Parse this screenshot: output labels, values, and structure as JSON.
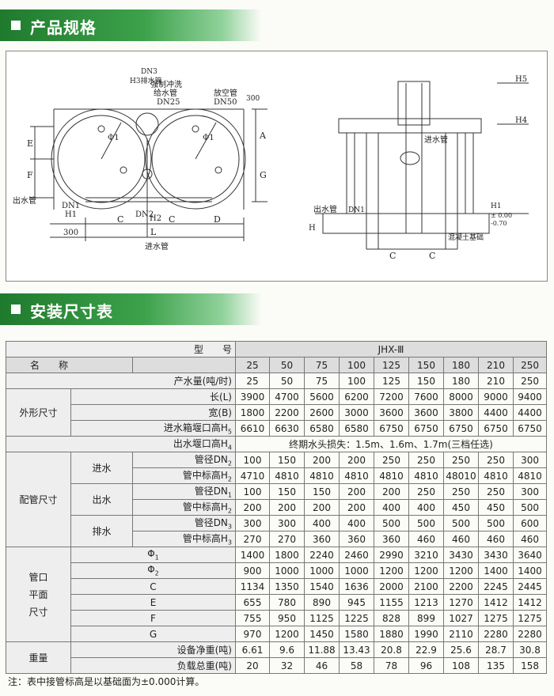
{
  "section1": {
    "title": "产品规格"
  },
  "section2": {
    "title": "安装尺寸表"
  },
  "diagram": {
    "labels": {
      "dn3": "DN3",
      "h3": "H3排水管",
      "force_flush": "强制冲洗",
      "supply": "给水管",
      "dn25": "DN25",
      "vent": "放空管",
      "dn50": "DN50",
      "d300_top": "300",
      "e": "E",
      "f": "F",
      "a": "A",
      "g": "G",
      "phi1": "Φ1",
      "phi1b": "Φ1",
      "outlet": "出水管",
      "dn1": "DN1",
      "h1": "H1",
      "dn2": "DN2",
      "h2": "H2",
      "c": "C",
      "c2": "C",
      "d": "D",
      "d300_bot": "300",
      "l": "L",
      "inlet": "进水管",
      "h5": "H5",
      "h4": "H4",
      "inlet_r": "进水管",
      "outlet_r": "出水管",
      "dn1_r": "DN1",
      "h1_r": "H1",
      "zero": "± 0.00",
      "neg": "-0.70",
      "foundation": "混凝土基础",
      "h_side": "H",
      "c_r1": "C",
      "c_r2": "C"
    }
  },
  "table": {
    "header": {
      "model": "型　　号",
      "name": "名　　称",
      "series": "JHX-Ⅲ"
    },
    "models": [
      "25",
      "50",
      "75",
      "100",
      "125",
      "150",
      "180",
      "210",
      "250"
    ],
    "capacity": {
      "label": "产水量(吨/时)",
      "values": [
        "25",
        "50",
        "75",
        "100",
        "125",
        "150",
        "180",
        "210",
        "250"
      ]
    },
    "outer": {
      "cat": "外形尺寸",
      "rows": [
        {
          "label": "长(L)",
          "sub": "",
          "values": [
            "3900",
            "4700",
            "5600",
            "6200",
            "7200",
            "7600",
            "8000",
            "9000",
            "9400"
          ]
        },
        {
          "label": "宽(B)",
          "sub": "",
          "values": [
            "1800",
            "2200",
            "2600",
            "3000",
            "3600",
            "3600",
            "3800",
            "4400",
            "4400"
          ]
        },
        {
          "label": "进水箱堰口高H",
          "sub": "5",
          "values": [
            "6610",
            "6630",
            "6580",
            "6580",
            "6750",
            "6750",
            "6750",
            "6750",
            "6750"
          ]
        }
      ]
    },
    "outlet_weir": {
      "label": "出水堰口高H",
      "sub": "4",
      "text": "终期水头损失：1.5m、1.6m、1.7m(三档任选)"
    },
    "piping": {
      "cat": "配管尺寸",
      "groups": [
        {
          "name": "进水",
          "rows": [
            {
              "label": "管径DN",
              "sub": "2",
              "values": [
                "100",
                "150",
                "200",
                "200",
                "250",
                "250",
                "250",
                "250",
                "300"
              ]
            },
            {
              "label": "管中标高H",
              "sub": "2",
              "values": [
                "4710",
                "4810",
                "4810",
                "4810",
                "4810",
                "4810",
                "48010",
                "4810",
                "4810"
              ]
            }
          ]
        },
        {
          "name": "出水",
          "rows": [
            {
              "label": "管径DN",
              "sub": "1",
              "values": [
                "100",
                "150",
                "150",
                "200",
                "200",
                "250",
                "250",
                "250",
                "300"
              ]
            },
            {
              "label": "管中标高H",
              "sub": "2",
              "values": [
                "200",
                "200",
                "200",
                "200",
                "400",
                "400",
                "450",
                "450",
                "500"
              ]
            }
          ]
        },
        {
          "name": "排水",
          "rows": [
            {
              "label": "管径DN",
              "sub": "3",
              "values": [
                "300",
                "300",
                "400",
                "400",
                "500",
                "500",
                "500",
                "500",
                "600"
              ]
            },
            {
              "label": "管中标高H",
              "sub": "3",
              "values": [
                "270",
                "270",
                "360",
                "360",
                "360",
                "460",
                "460",
                "460",
                "460"
              ]
            }
          ]
        }
      ]
    },
    "plane": {
      "cat_lines": [
        "管口",
        "平面",
        "尺寸"
      ],
      "rows": [
        {
          "label": "Φ",
          "sub": "1",
          "values": [
            "1400",
            "1800",
            "2240",
            "2460",
            "2990",
            "3210",
            "3430",
            "3430",
            "3640"
          ]
        },
        {
          "label": "Φ",
          "sub": "2",
          "values": [
            "900",
            "1000",
            "1000",
            "1000",
            "1200",
            "1200",
            "1200",
            "1400",
            "1400"
          ]
        },
        {
          "label": "C",
          "sub": "",
          "values": [
            "1134",
            "1350",
            "1540",
            "1636",
            "2000",
            "2100",
            "2200",
            "2245",
            "2445"
          ]
        },
        {
          "label": "E",
          "sub": "",
          "values": [
            "655",
            "780",
            "890",
            "945",
            "1155",
            "1213",
            "1270",
            "1412",
            "1412"
          ]
        },
        {
          "label": "F",
          "sub": "",
          "values": [
            "755",
            "950",
            "1125",
            "1225",
            "828",
            "899",
            "1027",
            "1275",
            "1275"
          ]
        },
        {
          "label": "G",
          "sub": "",
          "values": [
            "970",
            "1200",
            "1450",
            "1580",
            "1880",
            "1990",
            "2110",
            "2280",
            "2280"
          ]
        }
      ]
    },
    "weight": {
      "cat": "重量",
      "rows": [
        {
          "label": "设备净重(吨)",
          "sub": "",
          "values": [
            "6.61",
            "9.6",
            "11.88",
            "13.43",
            "20.8",
            "22.9",
            "25.6",
            "28.7",
            "30.8"
          ]
        },
        {
          "label": "负载总重(吨)",
          "sub": "",
          "values": [
            "20",
            "32",
            "46",
            "58",
            "78",
            "96",
            "108",
            "135",
            "158"
          ]
        }
      ]
    }
  },
  "note": "注：表中接管标高是以基础面为±0.000计算。"
}
